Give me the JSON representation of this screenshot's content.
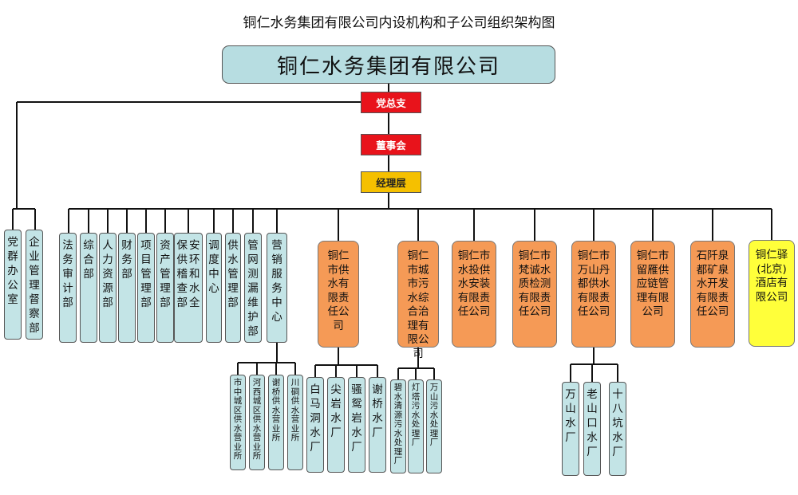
{
  "page_title": "铜仁水务集团有限公司内设机构和子公司组织架构图",
  "root": "铜仁水务集团有限公司",
  "leadership": [
    "党总支",
    "董事会",
    "经理层"
  ],
  "departments_left": [
    "党群办公室",
    "企业管理督察部"
  ],
  "departments": [
    "法务审计部",
    "综合部",
    "人力资源部",
    "财务部",
    "项目管理部",
    "资产管理部",
    "安环和水全保供稽查部",
    "调度中心",
    "供水管理部",
    "管网测漏维护部",
    "营销服务中心"
  ],
  "marketing_units": [
    "市中城区供水营业所",
    "河西城区供水营业所",
    "谢桥供水营业所",
    "川硐供水营业所"
  ],
  "subsidiaries": [
    "铜仁市供水有限责任公司",
    "铜仁市城市污水综合治理有限公司",
    "铜仁市水投供水安装有限责任公司",
    "铜仁市梵诚水质检测有限责任公司",
    "铜仁市万山丹都供水有限责任公司",
    "铜仁市留雁供应链管理有限公司",
    "石阡泉都矿泉水开发有限责任公司",
    "铜仁驿(北京)酒店有限公司"
  ],
  "water_plants": [
    "白马洞水厂",
    "尖岩水厂",
    "骚鸳岩水厂",
    "谢桥水厂"
  ],
  "sewage_plants": [
    "碧水清源污水处理厂",
    "灯塔污水处理厂",
    "万山污水处理厂"
  ],
  "wanshan_plants": [
    "万山水厂",
    "老山口水厂",
    "十八坑水厂"
  ],
  "colors": {
    "dept": "#c3e4e6",
    "subsidiary": "#f59a56",
    "hotel": "#ffff3a",
    "party": "#e8131b",
    "manager": "#f5c000"
  }
}
